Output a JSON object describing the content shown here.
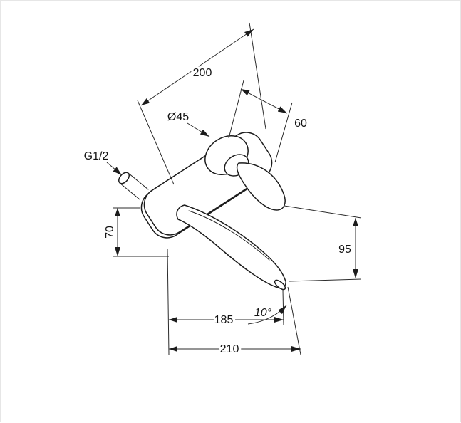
{
  "drawing": {
    "background": "#ffffff",
    "line_color": "#1c1c1c",
    "labels": {
      "plate_length": "200",
      "rosette_diameter": "Ø45",
      "handle_edge_distance": "60",
      "connection_thread": "G1/2",
      "plate_height": "70",
      "drop_height": "95",
      "spout_reach": "185",
      "overall_reach": "210",
      "spout_angle": "10°"
    }
  }
}
